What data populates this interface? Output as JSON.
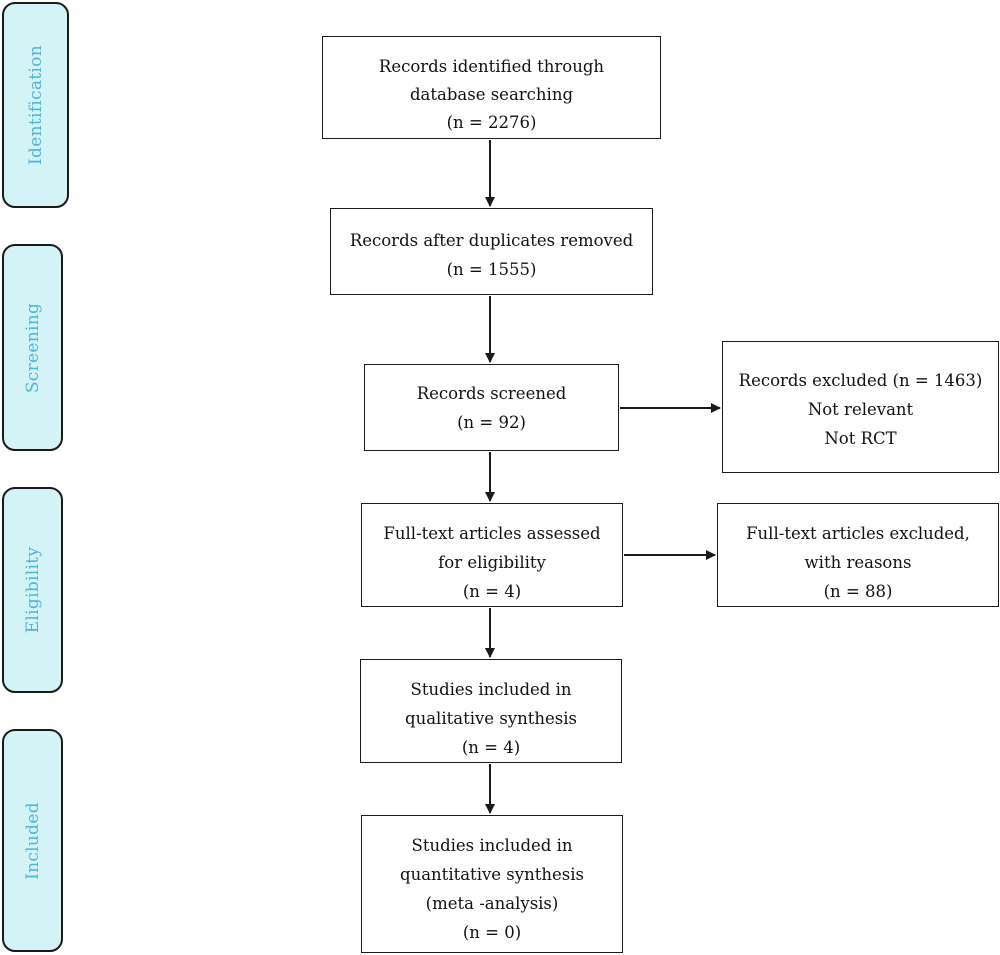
{
  "phases": {
    "identification": "Identification",
    "screening": "Screening",
    "eligibility": "Eligibility",
    "included": "Included"
  },
  "boxes": {
    "identified": {
      "line1": "Records identified through",
      "line2": "database searching",
      "line3": "(n = 2276)"
    },
    "dedup": {
      "line1": "Records after duplicates removed",
      "line2": "(n = 1555)"
    },
    "screened": {
      "line1": "Records screened",
      "line2": "(n = 92)"
    },
    "excluded": {
      "line1": "Records excluded (n = 1463)",
      "line2": "Not relevant",
      "line3": "Not RCT"
    },
    "fulltext": {
      "line1": "Full-text articles assessed",
      "line2": "for eligibility",
      "line3": "(n = 4)"
    },
    "fulltext_excluded": {
      "line1": "Full-text articles excluded,",
      "line2": "with reasons",
      "line3": "(n = 88)"
    },
    "qualitative": {
      "line1": "Studies included in",
      "line2": "qualitative synthesis",
      "line3": "(n = 4)"
    },
    "quantitative": {
      "line1": "Studies included in",
      "line2": "quantitative synthesis",
      "line3": "(meta -analysis)",
      "line4": "(n = 0)"
    }
  },
  "colors": {
    "phase_fill": "#d3f3f7",
    "phase_text": "#4fb3d9",
    "stroke": "#1a1a1a"
  }
}
